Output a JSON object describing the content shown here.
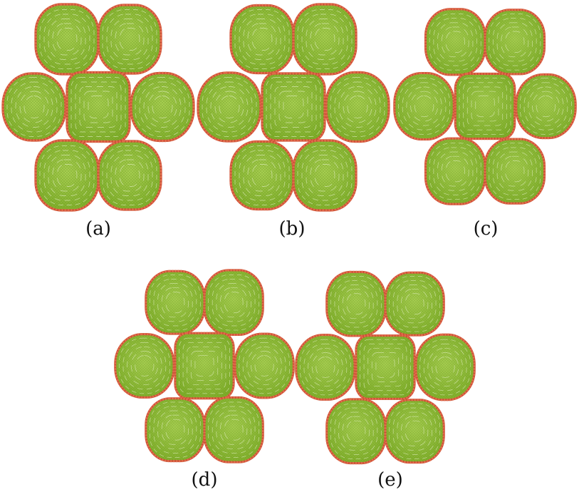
{
  "figure": {
    "panels": [
      {
        "id": "a",
        "caption": "(a)",
        "layout": "two-three-two"
      },
      {
        "id": "b",
        "caption": "(b)",
        "layout": "two-three-two"
      },
      {
        "id": "c",
        "caption": "(c)",
        "layout": "two-three-two"
      },
      {
        "id": "d",
        "caption": "(d)",
        "layout": "two-three-two"
      },
      {
        "id": "e",
        "caption": "(e)",
        "layout": "two-three-two"
      }
    ],
    "colors": {
      "cell_fill": "#7fae2a",
      "cell_fill_light": "#a8cf52",
      "membrane": "#c1452f",
      "bead": "#e06a4a",
      "ring": "#e9f4cf"
    }
  }
}
